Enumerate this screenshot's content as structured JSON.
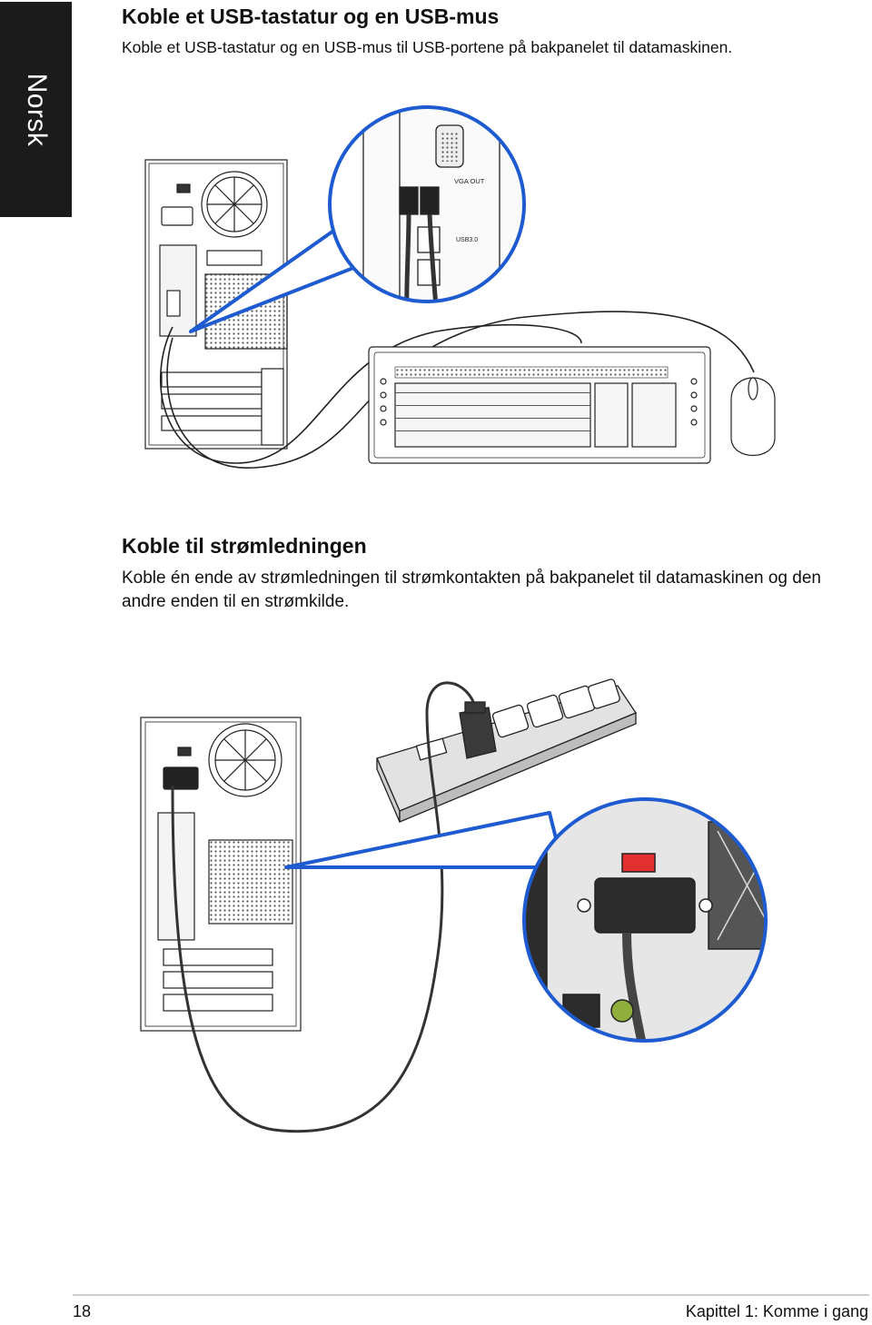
{
  "side_tab": {
    "label": "Norsk"
  },
  "section1": {
    "title": "Koble et USB-tastatur og en USB-mus",
    "body": "Koble et USB-tastatur og en USB-mus til USB-portene på bakpanelet til datamaskinen.",
    "callout_labels": {
      "vga": "VGA OUT",
      "usb3": "USB3.0"
    }
  },
  "section2": {
    "title": "Koble til strømledningen",
    "body": "Koble én ende av strømledningen til strømkontakten på bakpanelet til datamaskinen og den andre enden til en strømkilde."
  },
  "footer": {
    "page_number": "18",
    "chapter": "Kapittel 1: Komme i gang"
  },
  "colors": {
    "callout_border": "#1e5bd1",
    "side_tab": "#1b1b1b",
    "switch_red": "#e23030"
  }
}
